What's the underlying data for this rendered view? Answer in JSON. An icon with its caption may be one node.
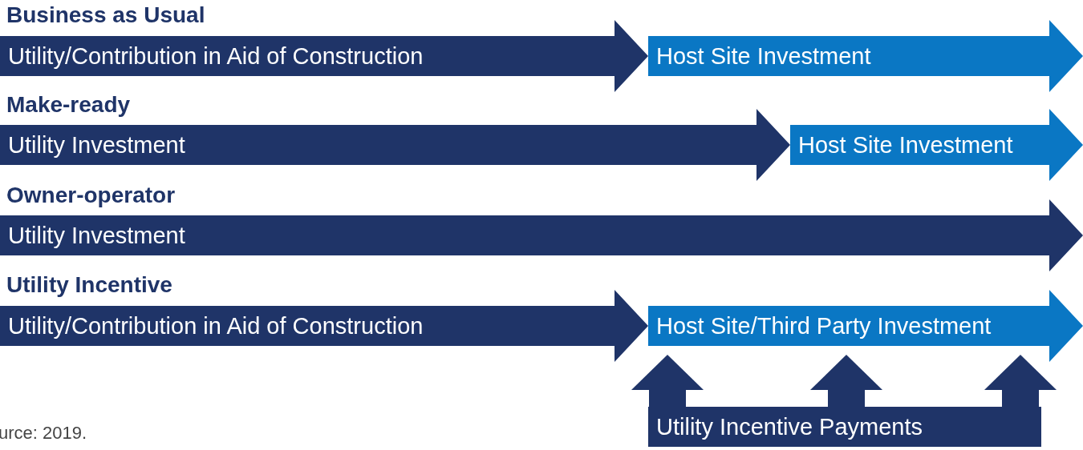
{
  "diagram": {
    "nodes": [
      {
        "text": [
          "Utility/Contribution in Aid of Construction"
        ]
      },
      {
        "text": [
          "Host Site Investment"
        ]
      },
      {
        "text": [
          "Utility Investment"
        ]
      },
      {
        "text": [
          "Host Site Investment"
        ]
      },
      {
        "text": [
          "Utility Investment"
        ]
      },
      {
        "text": [
          "Utility/Contribution in Aid of Construction"
        ]
      },
      {
        "text": [
          "Host Site/Third Party Investment"
        ]
      },
      {
        "text": [
          "Utility Incentive Payments"
        ]
      }
    ],
    "edges": [
      {
        "from": 7,
        "to": 6,
        "arrow": "to"
      },
      {
        "from": 7,
        "to": 6,
        "arrow": "to"
      },
      {
        "from": 7,
        "to": 6,
        "arrow": "to"
      }
    ],
    "labels": [
      "Business as Usual",
      "Make-ready",
      "Owner-operator",
      "Utility Incentive",
      "urce: 2019."
    ]
  }
}
